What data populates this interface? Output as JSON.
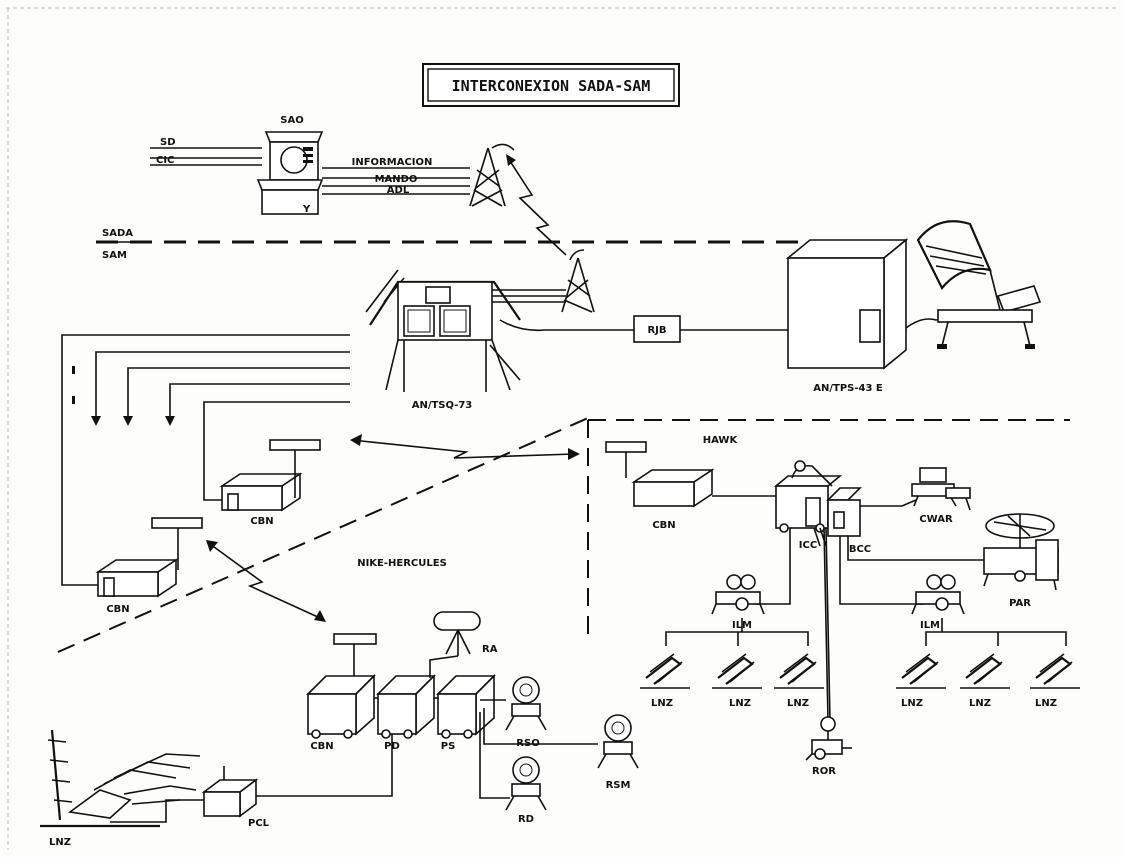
{
  "title": "INTERCONEXION SADA-SAM",
  "sao": {
    "label": "SAO",
    "inputs": [
      "SD",
      "CIC"
    ]
  },
  "links": [
    "INFORMACION",
    "MANDO",
    "ADL"
  ],
  "zones": {
    "upper": "SADA",
    "lower": "SAM"
  },
  "rjb": "RJB",
  "radar_tps": "AN/TPS-43 E",
  "tsq": "AN/TSQ-73",
  "hawk": {
    "label": "HAWK",
    "cbn": "CBN",
    "icc": "ICC",
    "bcc": "BCC",
    "cwar": "CWAR",
    "par": "PAR",
    "ilm": [
      "ILM",
      "ILM"
    ],
    "lnz": [
      "LNZ",
      "LNZ",
      "LNZ",
      "LNZ",
      "LNZ",
      "LNZ"
    ],
    "ror": "ROR"
  },
  "nike": {
    "label": "NIKE-HERCULES",
    "cbn": [
      "CBN",
      "CBN",
      "CBN"
    ],
    "ra": "RA",
    "pd": "PD",
    "ps": "PS",
    "rso": "RSO",
    "rsm": "RSM",
    "rd": "RD",
    "pcl": "PCL",
    "lnz": "LNZ"
  }
}
